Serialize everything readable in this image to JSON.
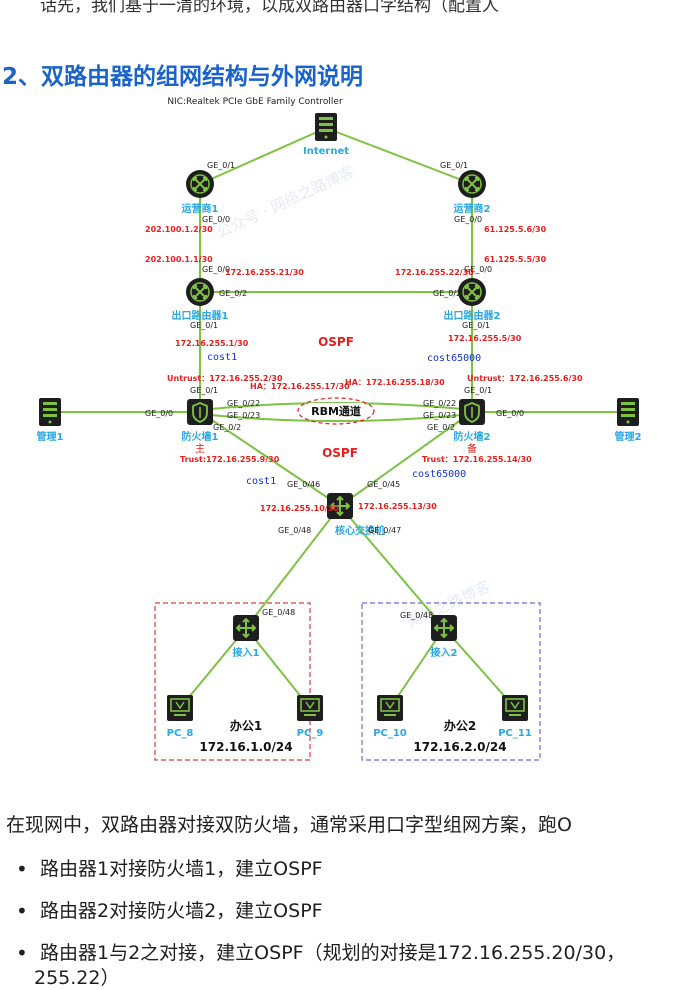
{
  "intro_fragment": "话先，我们基于一清的环境，以成双路由器口字结构（配置人",
  "section_title": "2、双路由器的组网结构与外网说明",
  "diagram": {
    "nic": "NIC:Realtek PCIe GbE Family Controller",
    "internet": "Internet",
    "isp1": "运营商1",
    "isp2": "运营商2",
    "r1": "出口路由器1",
    "r2": "出口路由器2",
    "fw1": "防火墙1",
    "fw2": "防火墙2",
    "mgmt1": "管理1",
    "mgmt2": "管理2",
    "core": "核心交换机",
    "acc1": "接入1",
    "acc2": "接入2",
    "pc8": "PC_8",
    "pc9": "PC_9",
    "pc10": "PC_10",
    "pc11": "PC_11",
    "office1": "办公1",
    "office1_net": "172.16.1.0/24",
    "office2": "办公2",
    "office2_net": "172.16.2.0/24",
    "ospf": "OSPF",
    "rbm": "RBM通道",
    "primary": "主",
    "backup": "备",
    "cost1": "cost1",
    "cost65000": "cost65000",
    "ports": {
      "ge01": "GE_0/1",
      "ge00": "GE_0/0",
      "ge02": "GE_0/2",
      "ge022": "GE_0/22",
      "ge023": "GE_0/23",
      "ge046": "GE_0/46",
      "ge045": "GE_0/45",
      "ge048": "GE_0/48",
      "ge047": "GE_0/47"
    },
    "ips": {
      "isp1_lan": "202.100.1.2/30",
      "r1_wan": "202.100.1.1/30",
      "isp2_lan": "61.125.5.6/30",
      "r2_wan": "61.125.5.5/30",
      "r1_r2": "172.16.255.21/30",
      "r2_r1": "172.16.255.22/30",
      "r1_fw": "172.16.255.1/30",
      "r2_fw": "172.16.255.5/30",
      "fw1_untrust": "Untrust：172.16.255.2/30",
      "fw2_untrust": "Untrust：172.16.255.6/30",
      "fw1_ha": "HA：172.16.255.17/30",
      "fw2_ha": "HA：172.16.255.18/30",
      "fw1_trust": "Trust:172.16.255.9/30",
      "fw2_trust": "Trust：172.16.255.14/30",
      "core_fw1": "172.16.255.10/30",
      "core_fw2": "172.16.255.13/30"
    }
  },
  "paragraph": "在现网中，双路由器对接双防火墙，通常采用口字型组网方案，跑O",
  "bullets": [
    "路由器1对接防火墙1，建立OSPF",
    "路由器2对接防火墙2，建立OSPF",
    "路由器1与2之对接，建立OSPF（规划的对接是172.16.255.20/30，"
  ],
  "bullet_tail": "255.22）",
  "colors": {
    "heading": "#1a63c9",
    "link": "#7dc242",
    "device_label": "#2aa8e0",
    "ip_red": "#e5201c",
    "cost_blue": "#1133cc",
    "office1_border": "#e23a3a",
    "office2_border": "#6a6ae0"
  }
}
